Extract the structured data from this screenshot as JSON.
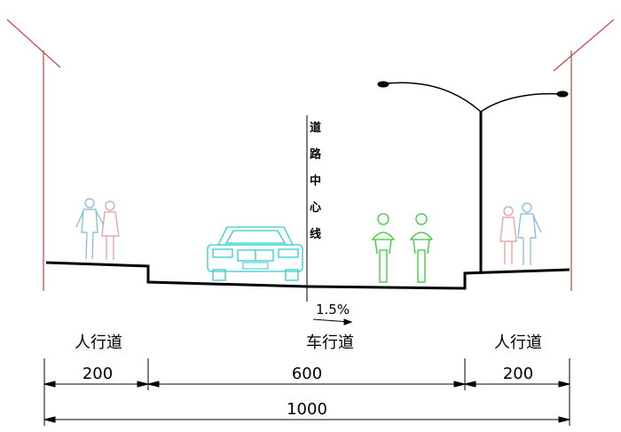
{
  "diagram": {
    "center_line_label": "道路中心线",
    "slope_label": "1.5%",
    "zones": [
      {
        "label": "人行道",
        "width_label": "200"
      },
      {
        "label": "车行道",
        "width_label": "600"
      },
      {
        "label": "人行道",
        "width_label": "200"
      }
    ],
    "total_width_label": "1000"
  },
  "colors": {
    "building_line": "#c0504d",
    "ground_line": "#000000",
    "car": "#33cccc",
    "cyclist": "#33cc33",
    "pedestrian": "#7fb8d8",
    "pedestrian_alt": "#e39a9a",
    "dimension_line": "#000000"
  },
  "icons": [
    "building-edge-icon",
    "pedestrian-pair-icon",
    "car-front-icon",
    "cyclist-icon",
    "street-lamp-icon"
  ]
}
